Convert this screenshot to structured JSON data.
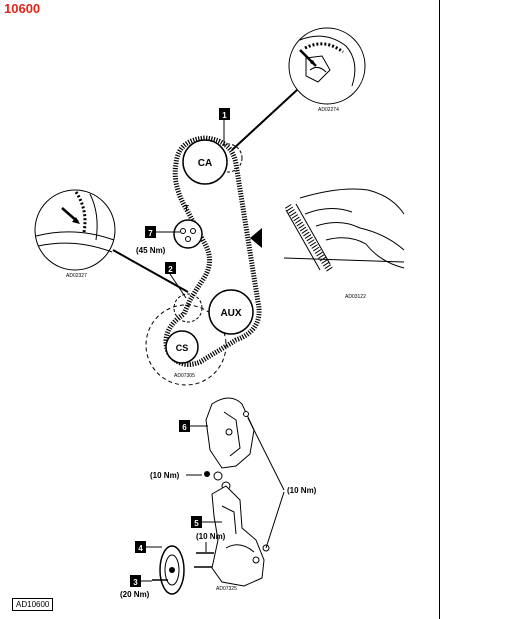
{
  "page": {
    "title": "10600",
    "reference": "AD10600"
  },
  "belt_labels": {
    "camshaft": "CA",
    "tensioner": "T",
    "auxiliary": "AUX",
    "crankshaft": "CS"
  },
  "callouts": [
    "1",
    "2",
    "3",
    "4",
    "5",
    "6",
    "7"
  ],
  "torques": {
    "tensioner_bolt": "(45 Nm)",
    "bracket_nut_upper": "(10 Nm)",
    "bracket_bolts": "(10 Nm)",
    "bracket_bolt_lower": "(10 Nm)",
    "pulley_bolts": "(20 Nm)"
  },
  "figure_codes": {
    "detail_top": "AD02274",
    "detail_left": "AD02327",
    "belt_detail": "AD03122",
    "main_layout": "AD07305",
    "bracket": "AD07325"
  },
  "colors": {
    "title": "#e2261c",
    "ink": "#000000",
    "callout_fill": "#000000",
    "callout_text": "#ffffff"
  }
}
